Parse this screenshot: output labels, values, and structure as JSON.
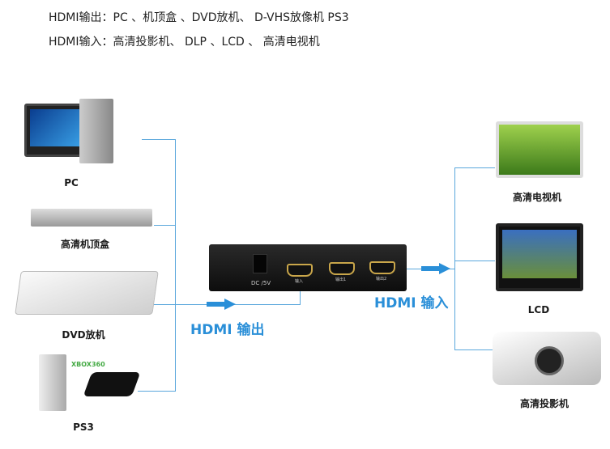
{
  "header": {
    "line1": "HDMI输出：PC 、机顶盒 、DVD放机、 D-VHS放像机 PS3",
    "line2": "HDMI输入：高清投影机、 DLP 、LCD 、 高清电视机"
  },
  "sources": [
    {
      "label": "PC"
    },
    {
      "label": "高清机顶盒"
    },
    {
      "label": "DVD放机"
    },
    {
      "label": "PS3",
      "badge": "XBOX360"
    }
  ],
  "displays": [
    {
      "label": "高清电视机"
    },
    {
      "label": "LCD"
    },
    {
      "label": "高清投影机"
    }
  ],
  "switch": {
    "power": "DC /5V",
    "ports": [
      "输入",
      "输出1",
      "输出2"
    ]
  },
  "flow": {
    "out_label": "HDMI 输出",
    "in_label": "HDMI 输入"
  },
  "colors": {
    "accent": "#2a8fd8"
  }
}
